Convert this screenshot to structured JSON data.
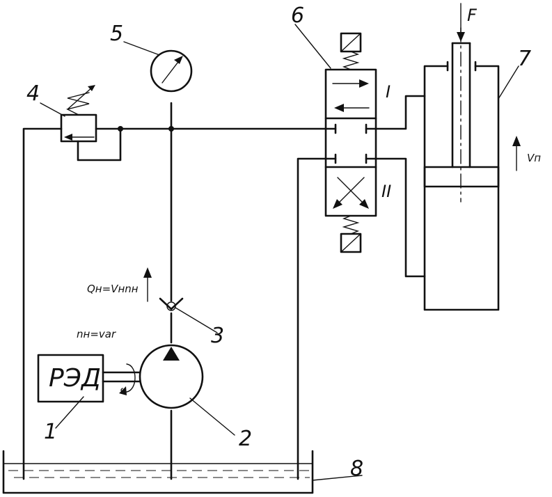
{
  "labels": {
    "n1": "1",
    "n2": "2",
    "n3": "3",
    "n4": "4",
    "n5": "5",
    "n6": "6",
    "n7": "7",
    "n8": "8",
    "motor": "РЭД",
    "force": "F",
    "pos1": "I",
    "pos2": "II",
    "flow": "Qн=Vнnн",
    "speed": "nн=var",
    "velocity": "Vп"
  }
}
